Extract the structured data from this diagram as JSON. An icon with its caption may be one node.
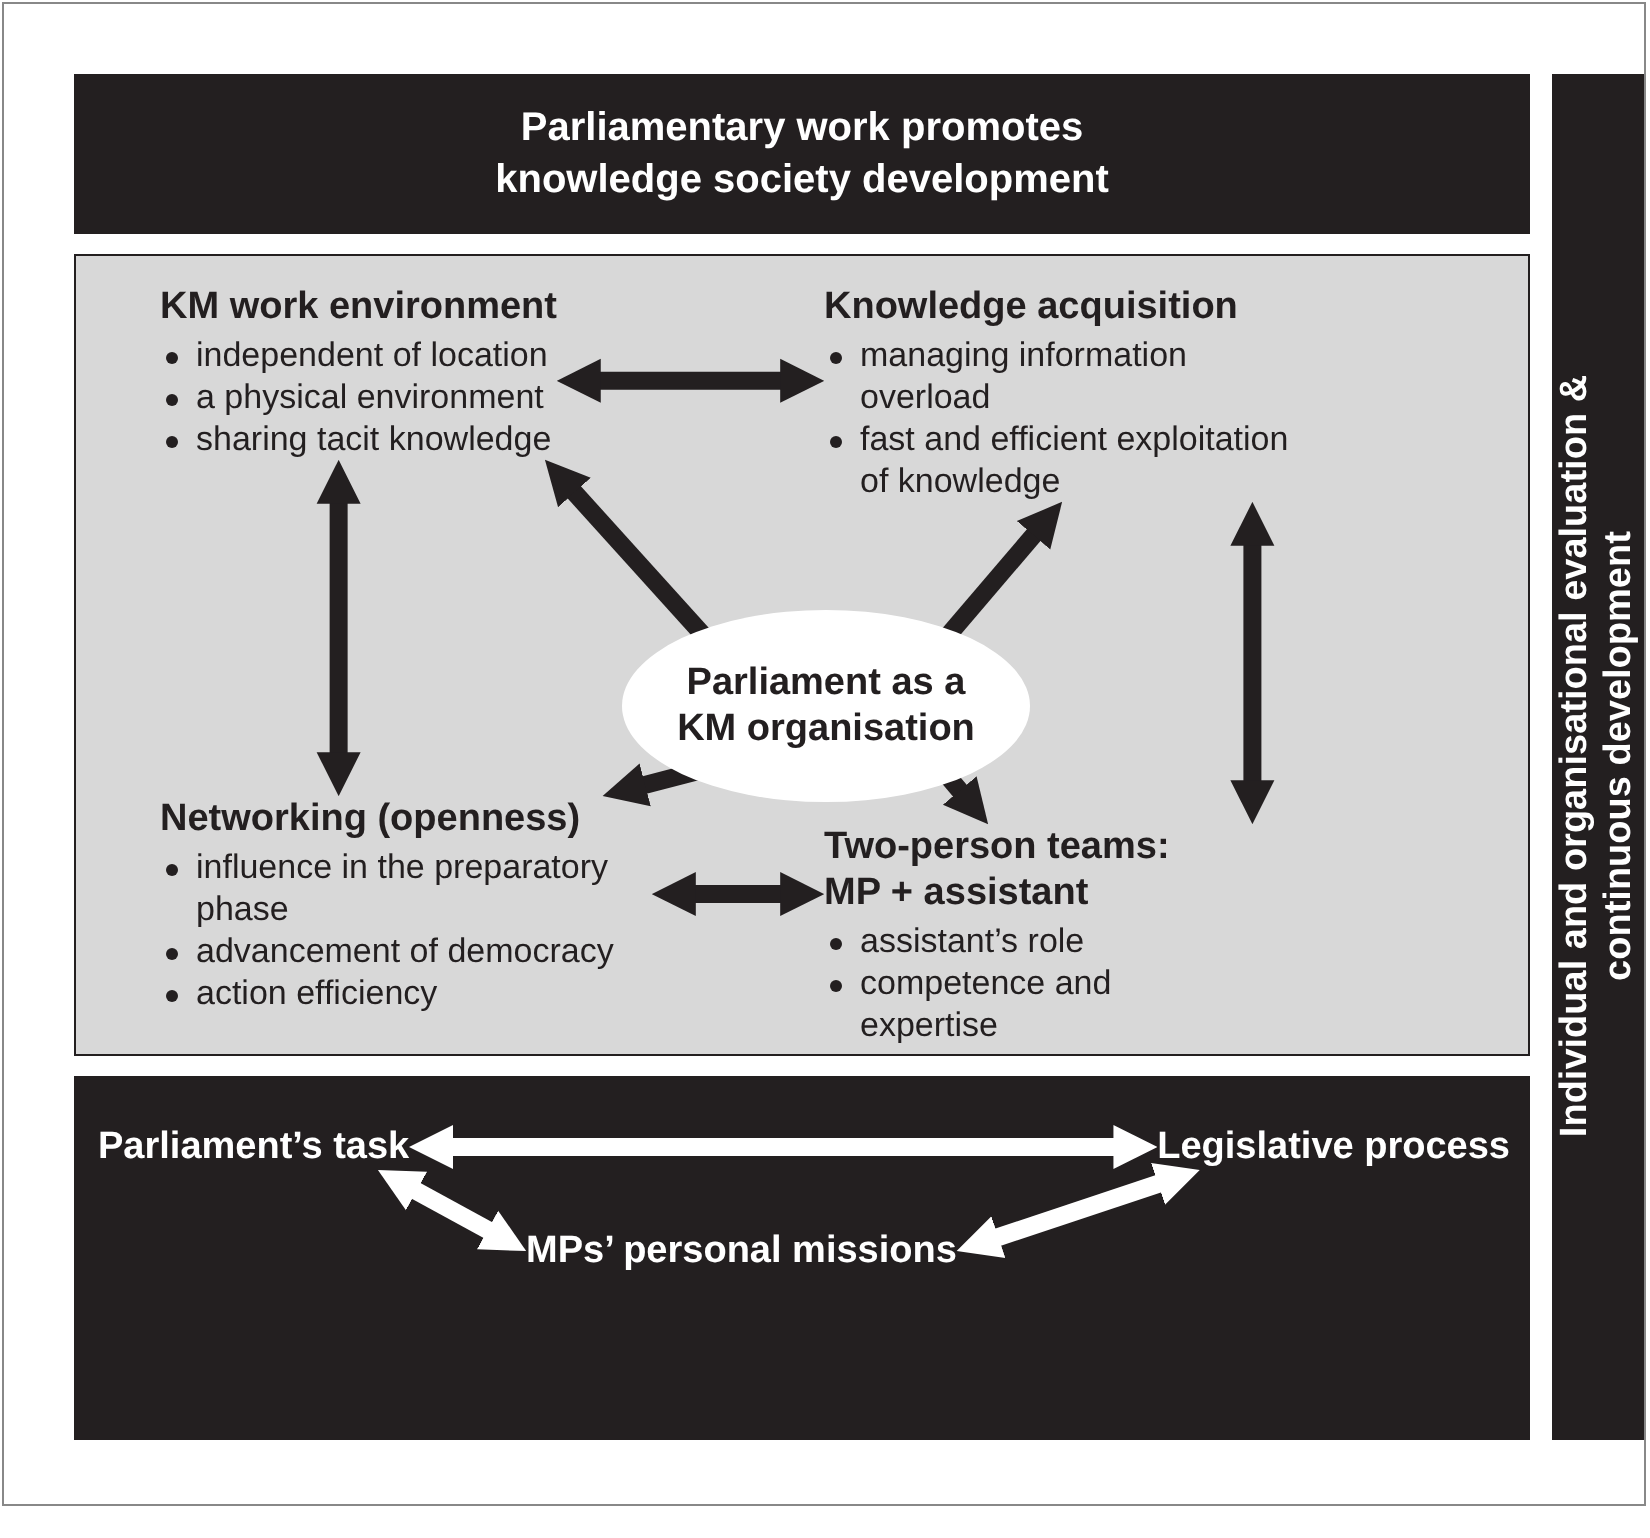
{
  "diagram": {
    "nodes": [
      {
        "text": [
          "Parliamentary work promotes knowledge society development"
        ]
      },
      {
        "text": [
          "Individual and organisational evaluation & continuous development"
        ]
      },
      {
        "text": [],
        "shape": "box"
      },
      {
        "text": [
          "KM work environment",
          "independent of location",
          "a physical environment",
          "sharing tacit knowledge"
        ],
        "in": 2
      },
      {
        "text": [
          "Knowledge acquisition",
          "managing information overload",
          "fast and efficient exploitation of knowledge"
        ],
        "in": 2
      },
      {
        "text": [
          "Parliament as a KM organisation"
        ],
        "in": 2
      },
      {
        "text": [
          "Networking (openness)",
          "influence in the preparatory phase",
          "advancement of democracy",
          "action efficiency"
        ],
        "in": 2
      },
      {
        "text": [
          "Two-person teams: MP + assistant",
          "assistant’s role",
          "competence and expertise"
        ],
        "in": 2
      },
      {
        "text": [],
        "shape": "box"
      },
      {
        "text": [
          "Parliament’s task"
        ],
        "in": 8
      },
      {
        "text": [
          "Legislative process"
        ],
        "in": 8
      },
      {
        "text": [
          "MPs’ personal missions"
        ],
        "in": 8
      }
    ],
    "edges": [
      {
        "from": 3,
        "to": 4,
        "arrow": "both"
      },
      {
        "from": 3,
        "to": 6,
        "arrow": "both"
      },
      {
        "from": 4,
        "to": 7,
        "arrow": "both"
      },
      {
        "from": 5,
        "to": 3,
        "arrow": "to"
      },
      {
        "from": 5,
        "to": 4,
        "arrow": "to"
      },
      {
        "from": 5,
        "to": 6,
        "arrow": "to"
      },
      {
        "from": 5,
        "to": 7,
        "arrow": "to"
      },
      {
        "from": 6,
        "to": 7,
        "arrow": "both"
      },
      {
        "from": 9,
        "to": 10,
        "arrow": "both",
        "color": "#ffffff"
      },
      {
        "from": 9,
        "to": 11,
        "arrow": "both",
        "color": "#ffffff"
      },
      {
        "from": 10,
        "to": 11,
        "arrow": "both",
        "color": "#ffffff"
      }
    ]
  }
}
